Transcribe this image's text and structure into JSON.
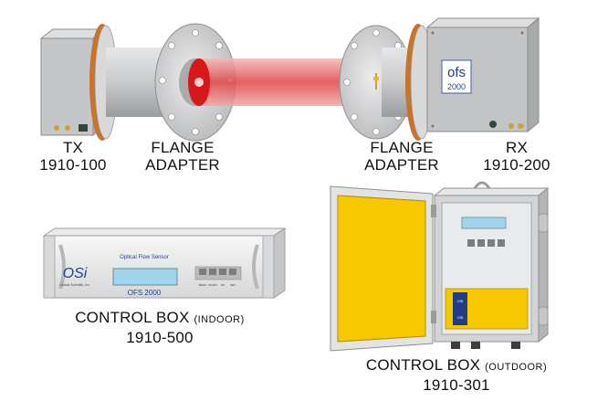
{
  "tx": {
    "name": "TX",
    "code": "1910-100"
  },
  "flange_left": {
    "line1": "FLANGE",
    "line2": "ADAPTER"
  },
  "flange_right": {
    "line1": "FLANGE",
    "line2": "ADAPTER"
  },
  "rx": {
    "name": "RX",
    "code": "1910-200",
    "logo_line1": "ofs",
    "logo_line2": "2000"
  },
  "indoor_box": {
    "title": "CONTROL BOX",
    "qualifier": "(INDOOR)",
    "code": "1910-500",
    "panel_heading": "Optical Flow Sensor",
    "panel_model": "OFS 2000",
    "brand_logo": "OSi",
    "brand_sub": "Optical Scientific, Inc.",
    "keys": [
      "MENU",
      "DOWN",
      "UP",
      "SET"
    ]
  },
  "outdoor_box": {
    "title": "CONTROL BOX",
    "qualifier": "(OUTDOOR)",
    "code": "1910-301",
    "module_label_top": "OSi",
    "module_label_bottom": "OSi"
  },
  "colors": {
    "beam": "#d81818",
    "flange_edge": "#c8742a",
    "metal": "#c9cbcd",
    "lcd": "#9fd4ec",
    "door_panel": "#f5c800",
    "module": "#223c88"
  }
}
